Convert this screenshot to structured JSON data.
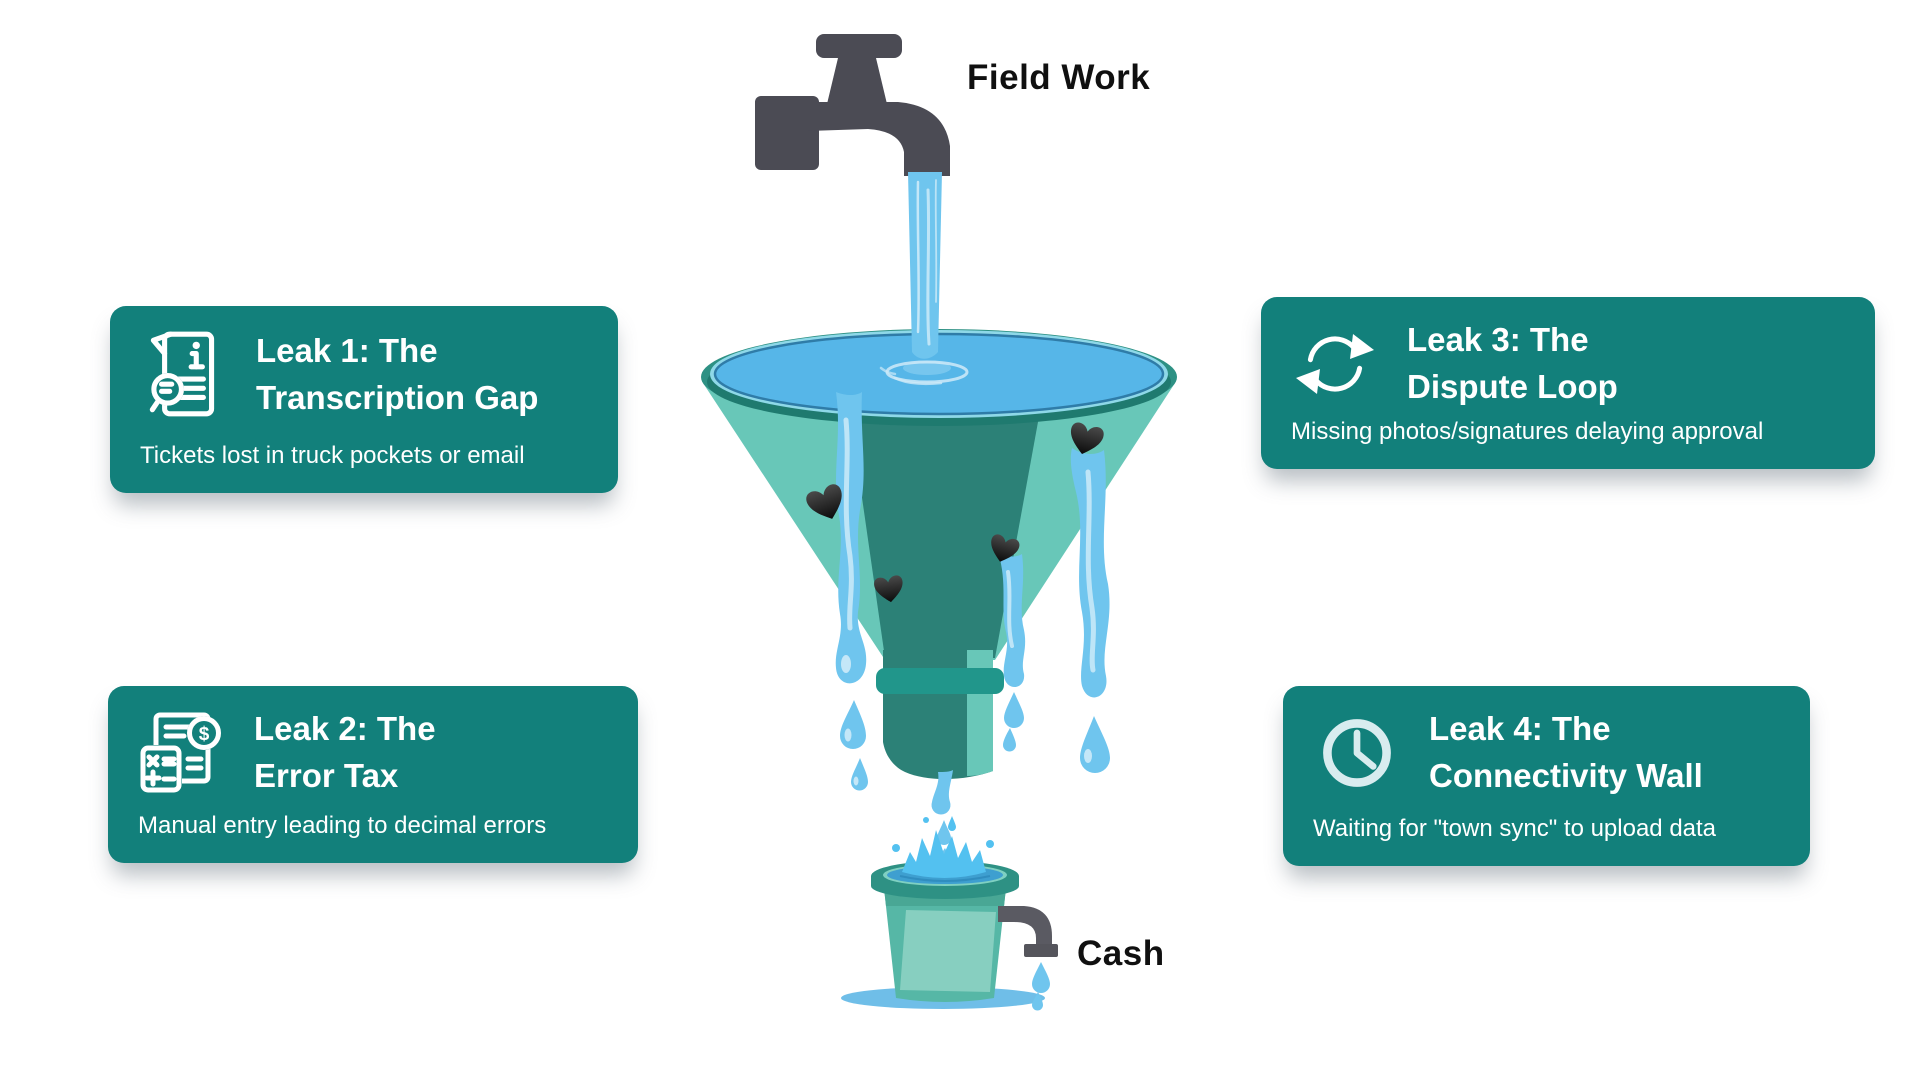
{
  "diagram": {
    "faucet_label": "Field Work",
    "bucket_label": "Cash",
    "cards": [
      {
        "title_line1": "Leak 1: The",
        "title_line2": "Transcription Gap",
        "description": "Tickets lost in truck pockets or email",
        "icon": "document-search-icon"
      },
      {
        "title_line1": "Leak 2: The",
        "title_line2": "Error Tax",
        "description": "Manual entry leading to decimal errors",
        "icon": "calculator-dollar-icon"
      },
      {
        "title_line1": "Leak 3: The",
        "title_line2": "Dispute Loop",
        "description": "Missing photos/signatures delaying approval",
        "icon": "sync-arrows-icon"
      },
      {
        "title_line1": "Leak 4: The",
        "title_line2": "Connectivity Wall",
        "description": "Waiting for \"town sync\" to upload data",
        "icon": "clock-icon"
      }
    ],
    "icon_glyphs": {
      "dollar": "$"
    },
    "colors": {
      "card_background": "#12807B",
      "card_text": "#FFFFFF",
      "label_text": "#101010",
      "faucet_gray": "#4B4B54",
      "funnel_rim": "#2E9184",
      "funnel_rim_dark": "#1F7A6F",
      "funnel_body_light": "#68C7B8",
      "funnel_body_dark": "#2C8177",
      "funnel_band": "#21968B",
      "water_surface": "#56B6E8",
      "water_edge": "#2F7CA8",
      "water_stream": "#6FC5EE",
      "water_highlight": "#CDEAF8",
      "splash_blue": "#53C1F0",
      "bucket_body": "#56B7A6",
      "bucket_panel": "#87CFC0",
      "bucket_rim": "#2E9184",
      "bucket_water": "#3E9FD0",
      "pipe_gray": "#5A5A62",
      "shadow_blue": "#5FB7E5",
      "clock_icon": "#D8ECEF"
    }
  }
}
